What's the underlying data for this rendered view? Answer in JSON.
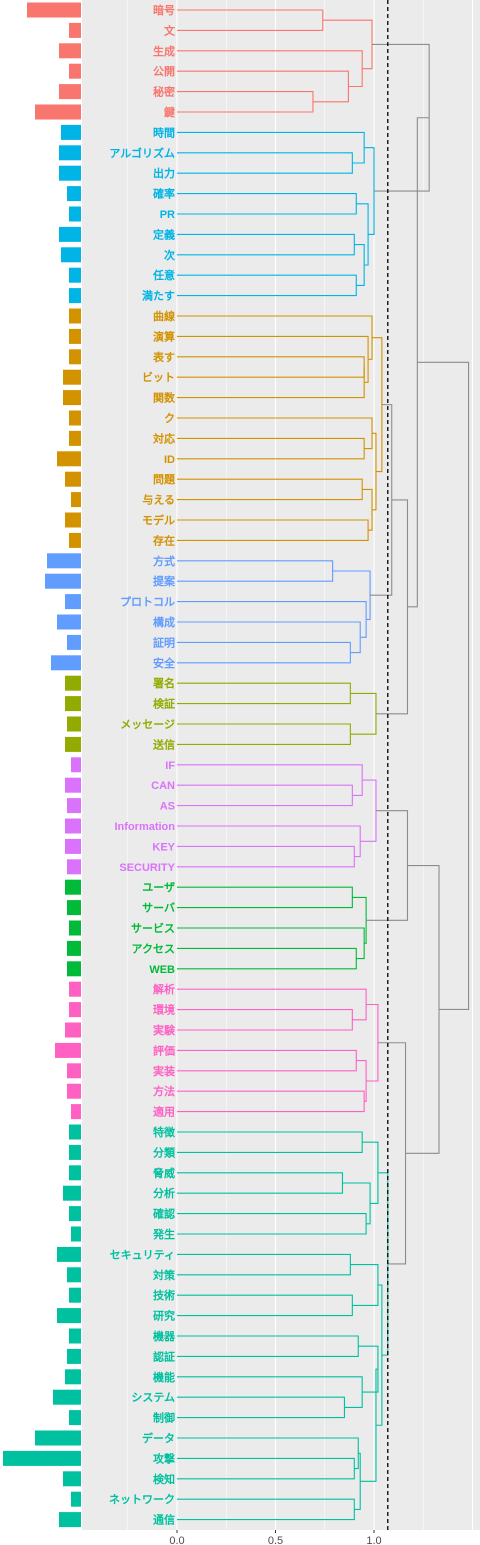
{
  "chart_data": {
    "type": "dendrogram",
    "xlim": [
      -0.25,
      1.5
    ],
    "x_ticks": [
      {
        "value": 0.0,
        "label": "0.0"
      },
      {
        "value": 0.5,
        "label": "0.5"
      },
      {
        "value": 1.0,
        "label": "1.0"
      }
    ],
    "cut_height": 1.07,
    "groups": [
      {
        "color": "#f8766d",
        "leaves": [
          {
            "label": "暗号",
            "bar": 0.27
          },
          {
            "label": "文",
            "bar": 0.06
          },
          {
            "label": "生成",
            "bar": 0.11
          },
          {
            "label": "公開",
            "bar": 0.06
          },
          {
            "label": "秘密",
            "bar": 0.11
          },
          {
            "label": "鍵",
            "bar": 0.23
          }
        ]
      },
      {
        "color": "#00b4e6",
        "leaves": [
          {
            "label": "時間",
            "bar": 0.1
          },
          {
            "label": "アルゴリズム",
            "bar": 0.11
          },
          {
            "label": "出力",
            "bar": 0.11
          },
          {
            "label": "確率",
            "bar": 0.07
          },
          {
            "label": "PR",
            "bar": 0.06
          },
          {
            "label": "定義",
            "bar": 0.11
          },
          {
            "label": "次",
            "bar": 0.1
          },
          {
            "label": "任意",
            "bar": 0.06
          },
          {
            "label": "満たす",
            "bar": 0.06
          }
        ]
      },
      {
        "color": "#d39200",
        "leaves": [
          {
            "label": "曲線",
            "bar": 0.06
          },
          {
            "label": "演算",
            "bar": 0.06
          },
          {
            "label": "表す",
            "bar": 0.06
          },
          {
            "label": "ビット",
            "bar": 0.09
          },
          {
            "label": "関数",
            "bar": 0.09
          },
          {
            "label": "ク",
            "bar": 0.06
          },
          {
            "label": "対応",
            "bar": 0.06
          },
          {
            "label": "ID",
            "bar": 0.12
          },
          {
            "label": "問題",
            "bar": 0.08
          },
          {
            "label": "与える",
            "bar": 0.05
          },
          {
            "label": "モデル",
            "bar": 0.08
          },
          {
            "label": "存在",
            "bar": 0.06
          }
        ]
      },
      {
        "color": "#619cff",
        "leaves": [
          {
            "label": "方式",
            "bar": 0.17
          },
          {
            "label": "提案",
            "bar": 0.18
          },
          {
            "label": "プロトコル",
            "bar": 0.08
          },
          {
            "label": "構成",
            "bar": 0.12
          },
          {
            "label": "証明",
            "bar": 0.07
          },
          {
            "label": "安全",
            "bar": 0.15
          }
        ]
      },
      {
        "color": "#93aa00",
        "leaves": [
          {
            "label": "署名",
            "bar": 0.08
          },
          {
            "label": "検証",
            "bar": 0.08
          },
          {
            "label": "メッセージ",
            "bar": 0.07
          },
          {
            "label": "送信",
            "bar": 0.08
          }
        ]
      },
      {
        "color": "#db72fb",
        "leaves": [
          {
            "label": "IF",
            "bar": 0.05
          },
          {
            "label": "CAN",
            "bar": 0.08
          },
          {
            "label": "AS",
            "bar": 0.07
          },
          {
            "label": "Information",
            "bar": 0.08
          },
          {
            "label": "KEY",
            "bar": 0.08
          },
          {
            "label": "SECURITY",
            "bar": 0.07
          }
        ]
      },
      {
        "color": "#00ba38",
        "leaves": [
          {
            "label": "ユーザ",
            "bar": 0.08
          },
          {
            "label": "サーバ",
            "bar": 0.07
          },
          {
            "label": "サービス",
            "bar": 0.06
          },
          {
            "label": "アクセス",
            "bar": 0.07
          },
          {
            "label": "WEB",
            "bar": 0.07
          }
        ]
      },
      {
        "color": "#ff61c3",
        "leaves": [
          {
            "label": "解析",
            "bar": 0.06
          },
          {
            "label": "環境",
            "bar": 0.06
          },
          {
            "label": "実験",
            "bar": 0.08
          },
          {
            "label": "評価",
            "bar": 0.13
          },
          {
            "label": "実装",
            "bar": 0.07
          },
          {
            "label": "方法",
            "bar": 0.07
          },
          {
            "label": "適用",
            "bar": 0.05
          }
        ]
      },
      {
        "color": "#00c19f",
        "leaves": [
          {
            "label": "特徴",
            "bar": 0.06
          },
          {
            "label": "分類",
            "bar": 0.06
          },
          {
            "label": "脅威",
            "bar": 0.06
          },
          {
            "label": "分析",
            "bar": 0.09
          },
          {
            "label": "確認",
            "bar": 0.06
          },
          {
            "label": "発生",
            "bar": 0.05
          },
          {
            "label": "セキュリティ",
            "bar": 0.12
          },
          {
            "label": "対策",
            "bar": 0.07
          },
          {
            "label": "技術",
            "bar": 0.06
          },
          {
            "label": "研究",
            "bar": 0.12
          },
          {
            "label": "機器",
            "bar": 0.06
          },
          {
            "label": "認証",
            "bar": 0.07
          },
          {
            "label": "機能",
            "bar": 0.08
          },
          {
            "label": "システム",
            "bar": 0.14
          },
          {
            "label": "制御",
            "bar": 0.06
          },
          {
            "label": "データ",
            "bar": 0.23
          },
          {
            "label": "攻撃",
            "bar": 0.39
          },
          {
            "label": "検知",
            "bar": 0.09
          },
          {
            "label": "ネットワーク",
            "bar": 0.05
          },
          {
            "label": "通信",
            "bar": 0.11
          }
        ]
      }
    ],
    "merges": [
      {
        "a": "暗号",
        "b": "文",
        "height": 0.74
      },
      {
        "a": "秘密",
        "b": "鍵",
        "height": 0.69
      },
      {
        "a": "公開",
        "b": "m2",
        "height": 0.87
      },
      {
        "a": "生成",
        "b": "m3",
        "height": 0.94
      },
      {
        "a": "m1",
        "b": "m4",
        "height": 0.99
      },
      {
        "a": "アルゴリズム",
        "b": "出力",
        "height": 0.89
      },
      {
        "a": "時間",
        "b": "m6",
        "height": 0.95
      },
      {
        "a": "確率",
        "b": "PR",
        "height": 0.91
      },
      {
        "a": "定義",
        "b": "次",
        "height": 0.9
      },
      {
        "a": "任意",
        "b": "満たす",
        "height": 0.91
      },
      {
        "a": "m9",
        "b": "m10",
        "height": 0.95
      },
      {
        "a": "m8",
        "b": "m11",
        "height": 0.97
      },
      {
        "a": "m7",
        "b": "m12",
        "height": 1.0
      },
      {
        "a": "表す",
        "b": "ビット",
        "height": 0.95
      },
      {
        "a": "m14",
        "b": "関数",
        "height": 0.95
      },
      {
        "a": "演算",
        "b": "m15",
        "height": 0.97
      },
      {
        "a": "曲線",
        "b": "m16",
        "height": 0.99
      },
      {
        "a": "対応",
        "b": "ID",
        "height": 0.95
      },
      {
        "a": "ク",
        "b": "m18",
        "height": 0.99
      },
      {
        "a": "問題",
        "b": "与える",
        "height": 0.94
      },
      {
        "a": "モデル",
        "b": "存在",
        "height": 0.97
      },
      {
        "a": "m20",
        "b": "m21",
        "height": 0.99
      },
      {
        "a": "m19",
        "b": "m22",
        "height": 1.01
      },
      {
        "a": "m17",
        "b": "m23",
        "height": 1.04
      },
      {
        "a": "方式",
        "b": "提案",
        "height": 0.79
      },
      {
        "a": "証明",
        "b": "安全",
        "height": 0.88
      },
      {
        "a": "構成",
        "b": "m26",
        "height": 0.93
      },
      {
        "a": "プロトコル",
        "b": "m27",
        "height": 0.96
      },
      {
        "a": "m25",
        "b": "m28",
        "height": 0.98
      },
      {
        "a": "署名",
        "b": "検証",
        "height": 0.88
      },
      {
        "a": "メッセージ",
        "b": "送信",
        "height": 0.88
      },
      {
        "a": "m30",
        "b": "m31",
        "height": 1.01
      },
      {
        "a": "CAN",
        "b": "AS",
        "height": 0.89
      },
      {
        "a": "IF",
        "b": "m33",
        "height": 0.94
      },
      {
        "a": "KEY",
        "b": "SECURITY",
        "height": 0.9
      },
      {
        "a": "Information",
        "b": "m35",
        "height": 0.93
      },
      {
        "a": "m34",
        "b": "m36",
        "height": 1.01
      },
      {
        "a": "ユーザ",
        "b": "サーバ",
        "height": 0.89
      },
      {
        "a": "アクセス",
        "b": "WEB",
        "height": 0.91
      },
      {
        "a": "サービス",
        "b": "m39",
        "height": 0.95
      },
      {
        "a": "m38",
        "b": "m40",
        "height": 0.96
      },
      {
        "a": "環境",
        "b": "実験",
        "height": 0.89
      },
      {
        "a": "解析",
        "b": "m42",
        "height": 0.96
      },
      {
        "a": "評価",
        "b": "実装",
        "height": 0.91
      },
      {
        "a": "方法",
        "b": "適用",
        "height": 0.95
      },
      {
        "a": "m44",
        "b": "m45",
        "height": 0.96
      },
      {
        "a": "m43",
        "b": "m46",
        "height": 1.02
      },
      {
        "a": "特徴",
        "b": "分類",
        "height": 0.94
      },
      {
        "a": "脅威",
        "b": "分析",
        "height": 0.84
      },
      {
        "a": "確認",
        "b": "発生",
        "height": 0.96
      },
      {
        "a": "m49",
        "b": "m50",
        "height": 0.98
      },
      {
        "a": "m48",
        "b": "m51",
        "height": 1.02
      },
      {
        "a": "セキュリティ",
        "b": "対策",
        "height": 0.88
      },
      {
        "a": "技術",
        "b": "研究",
        "height": 0.89
      },
      {
        "a": "m53",
        "b": "m54",
        "height": 1.02
      },
      {
        "a": "機器",
        "b": "認証",
        "height": 0.92
      },
      {
        "a": "システム",
        "b": "制御",
        "height": 0.85
      },
      {
        "a": "機能",
        "b": "m57",
        "height": 0.94
      },
      {
        "a": "m56",
        "b": "m58",
        "height": 1.02
      },
      {
        "a": "攻撃",
        "b": "検知",
        "height": 0.9
      },
      {
        "a": "データ",
        "b": "m60",
        "height": 0.92
      },
      {
        "a": "ネットワーク",
        "b": "通信",
        "height": 0.9
      },
      {
        "a": "m61",
        "b": "m62",
        "height": 0.93
      },
      {
        "a": "m59",
        "b": "m63",
        "height": 1.01
      },
      {
        "a": "m55",
        "b": "m64",
        "height": 1.04
      },
      {
        "a": "m52",
        "b": "m65",
        "height": 1.07
      },
      {
        "a": "m5",
        "b": "m13",
        "height": 1.28
      },
      {
        "a": "m24",
        "b": "m29",
        "height": 1.09
      },
      {
        "a": "m68",
        "b": "m32",
        "height": 1.17
      },
      {
        "a": "m67",
        "b": "m69",
        "height": 1.22
      },
      {
        "a": "m37",
        "b": "m41",
        "height": 1.17
      },
      {
        "a": "m47",
        "b": "m66",
        "height": 1.16
      },
      {
        "a": "m71",
        "b": "m72",
        "height": 1.33
      },
      {
        "a": "m70",
        "b": "m73",
        "height": 1.48
      }
    ]
  }
}
